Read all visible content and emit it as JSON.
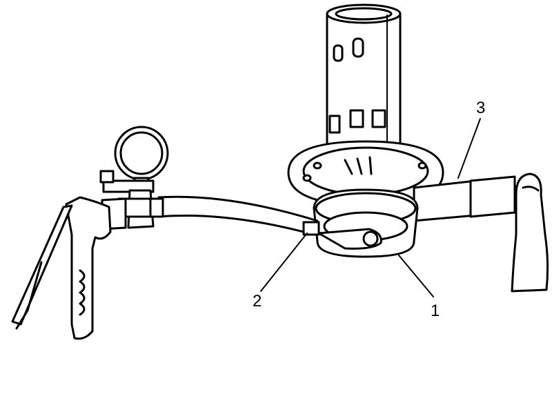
{
  "callouts": [
    {
      "id": "1",
      "text": "1"
    },
    {
      "id": "2",
      "text": "2"
    },
    {
      "id": "3",
      "text": "3"
    }
  ],
  "colors": {
    "ink": "#000000",
    "paper": "#ffffff"
  }
}
